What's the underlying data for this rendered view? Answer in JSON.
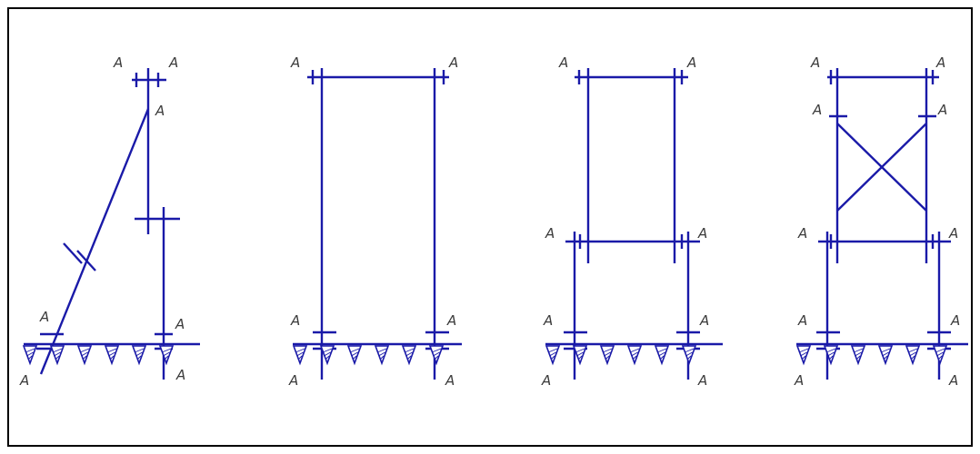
{
  "diagram": {
    "node_label": "A",
    "colors": {
      "structure": "#1a1aa8",
      "label": "#3a3a3a",
      "frame": "#000000",
      "background": "#ffffff"
    },
    "panels": [
      {
        "name": "leaning-strut-with-post"
      },
      {
        "name": "single-portal-frame"
      },
      {
        "name": "two-tier-frame"
      },
      {
        "name": "two-tier-frame-with-cross-bracing"
      }
    ]
  }
}
